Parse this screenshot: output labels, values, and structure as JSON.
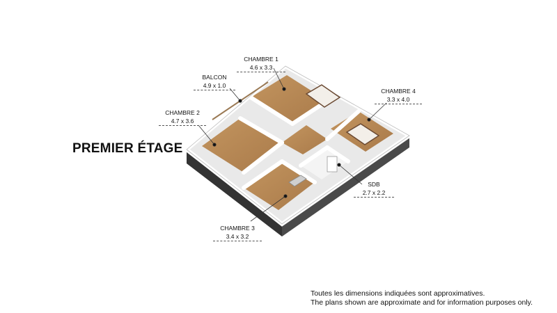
{
  "floor_title": "PREMIER ÉTAGE",
  "rooms": [
    {
      "name": "CHAMBRE 1",
      "dims": "4.6 x 3.3"
    },
    {
      "name": "BALCON",
      "dims": "4.9 x 1.0"
    },
    {
      "name": "CHAMBRE 2",
      "dims": "4.7 x 3.6"
    },
    {
      "name": "CHAMBRE 4",
      "dims": "3.3 x 4.0"
    },
    {
      "name": "SDB",
      "dims": "2.7 x 2.2"
    },
    {
      "name": "CHAMBRE 3",
      "dims": "3.4 x 3.2"
    }
  ],
  "disclaimer": {
    "fr": "Toutes les dimensions indiquées sont approximatives.",
    "en": "The plans shown are approximate and for information purposes only."
  },
  "colors": {
    "wall_top": "#ffffff",
    "wall_side": "#3a3a3a",
    "wood_floor": "#b98b5c",
    "tile_floor": "#f2f2f2"
  }
}
